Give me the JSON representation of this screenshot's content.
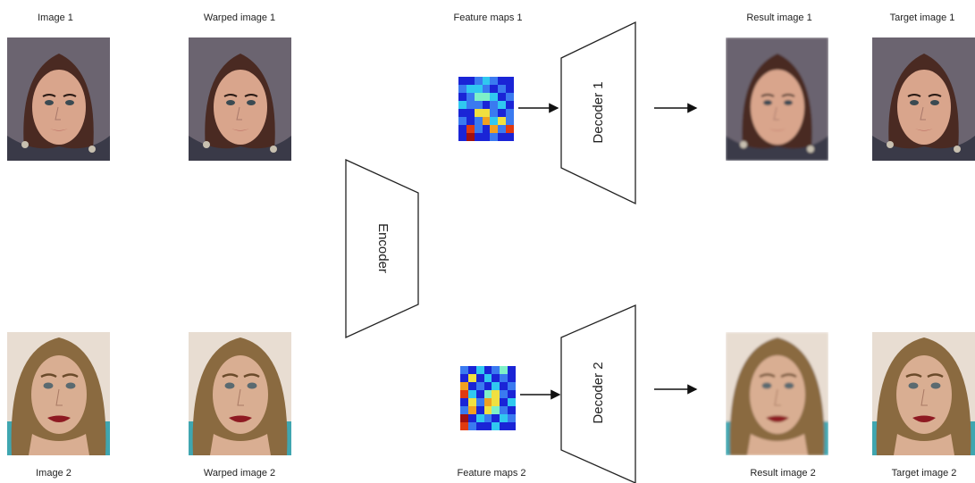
{
  "labels": {
    "image1": "Image 1",
    "warped1": "Warped image 1",
    "feature1": "Feature maps 1",
    "result1": "Result image 1",
    "target1": "Target image 1",
    "image2": "Image 2",
    "warped2": "Warped image 2",
    "feature2": "Feature maps 2",
    "result2": "Result image 2",
    "target2": "Target image 2"
  },
  "blocks": {
    "encoder": "Encoder",
    "decoder1": "Decoder 1",
    "decoder2": "Decoder 2"
  },
  "colors": {
    "face1_hair": "#4a2a22",
    "face1_skin": "#d9a58c",
    "face1_scarf": "#5a5a66",
    "face2_hair": "#8a6a40",
    "face2_skin": "#d9ae92",
    "face2_bg": "#3fa6b0",
    "lips2": "#8e1a22"
  },
  "heatmap1": [
    [
      0,
      0,
      1,
      2,
      1,
      0,
      0
    ],
    [
      1,
      2,
      2,
      1,
      0,
      1,
      0
    ],
    [
      0,
      1,
      3,
      3,
      2,
      0,
      1
    ],
    [
      2,
      1,
      1,
      0,
      1,
      2,
      0
    ],
    [
      0,
      0,
      4,
      4,
      1,
      0,
      1
    ],
    [
      1,
      0,
      1,
      5,
      2,
      4,
      1
    ],
    [
      0,
      6,
      1,
      0,
      5,
      1,
      6
    ],
    [
      0,
      7,
      0,
      0,
      1,
      0,
      0
    ]
  ],
  "heatmap2": [
    [
      1,
      0,
      2,
      0,
      1,
      3,
      0
    ],
    [
      0,
      4,
      0,
      2,
      0,
      1,
      0
    ],
    [
      5,
      0,
      1,
      0,
      2,
      0,
      1
    ],
    [
      6,
      2,
      0,
      3,
      4,
      1,
      0
    ],
    [
      0,
      4,
      1,
      5,
      4,
      0,
      2
    ],
    [
      1,
      5,
      0,
      4,
      3,
      1,
      0
    ],
    [
      7,
      0,
      2,
      1,
      0,
      2,
      1
    ],
    [
      6,
      1,
      0,
      0,
      2,
      0,
      0
    ]
  ],
  "heat_palette": [
    "#1a24d6",
    "#3a7af0",
    "#30c8f0",
    "#7ef0c8",
    "#f0e040",
    "#f0a020",
    "#e03a10",
    "#a01010"
  ]
}
